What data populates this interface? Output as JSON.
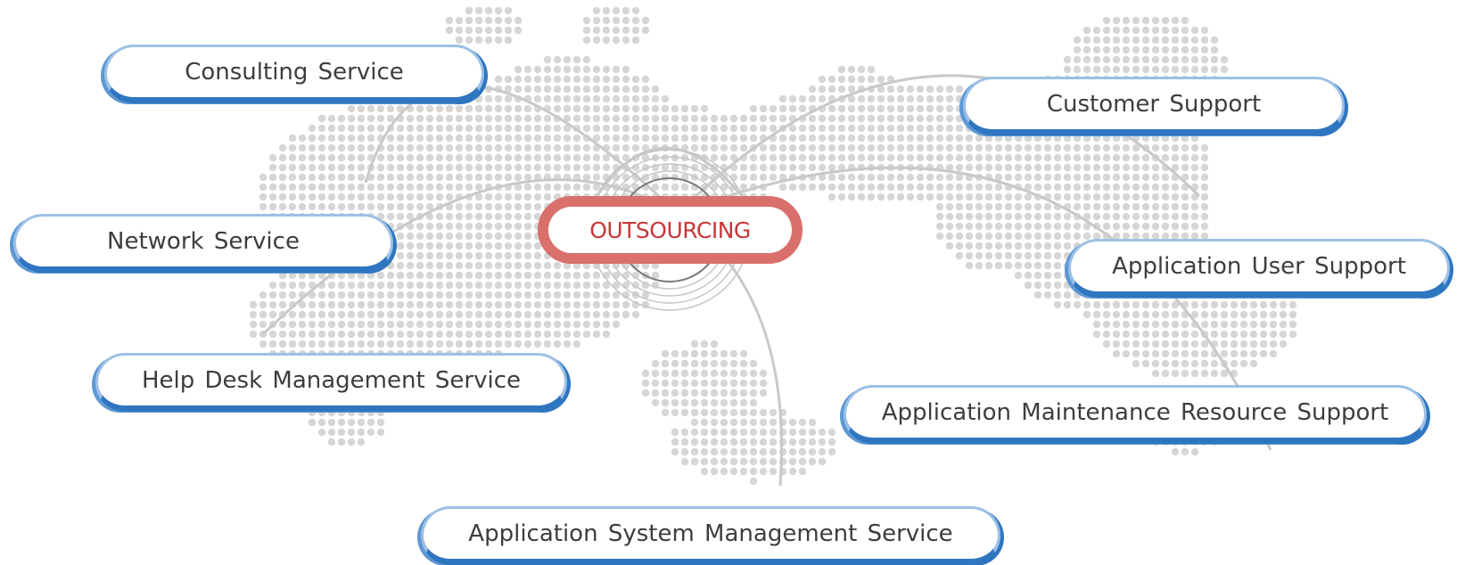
{
  "diagram": {
    "center": {
      "label": "OUTSOURCING"
    },
    "services": {
      "consulting": "Consulting Service",
      "network": "Network Service",
      "help_desk": "Help Desk Management Service",
      "app_system": "Application System Management Service",
      "customer_support": "Customer Support",
      "app_user_support": "Application User Support",
      "app_maintenance": "Application Maintenance Resource Support"
    },
    "colors": {
      "pill_light": "#9dc0e6",
      "pill_dark": "#2f76c0",
      "center_border": "#d9706c",
      "center_text": "#c8373a",
      "map_dots": "#d6d6d6",
      "arcs": "#c9c9c9"
    }
  }
}
